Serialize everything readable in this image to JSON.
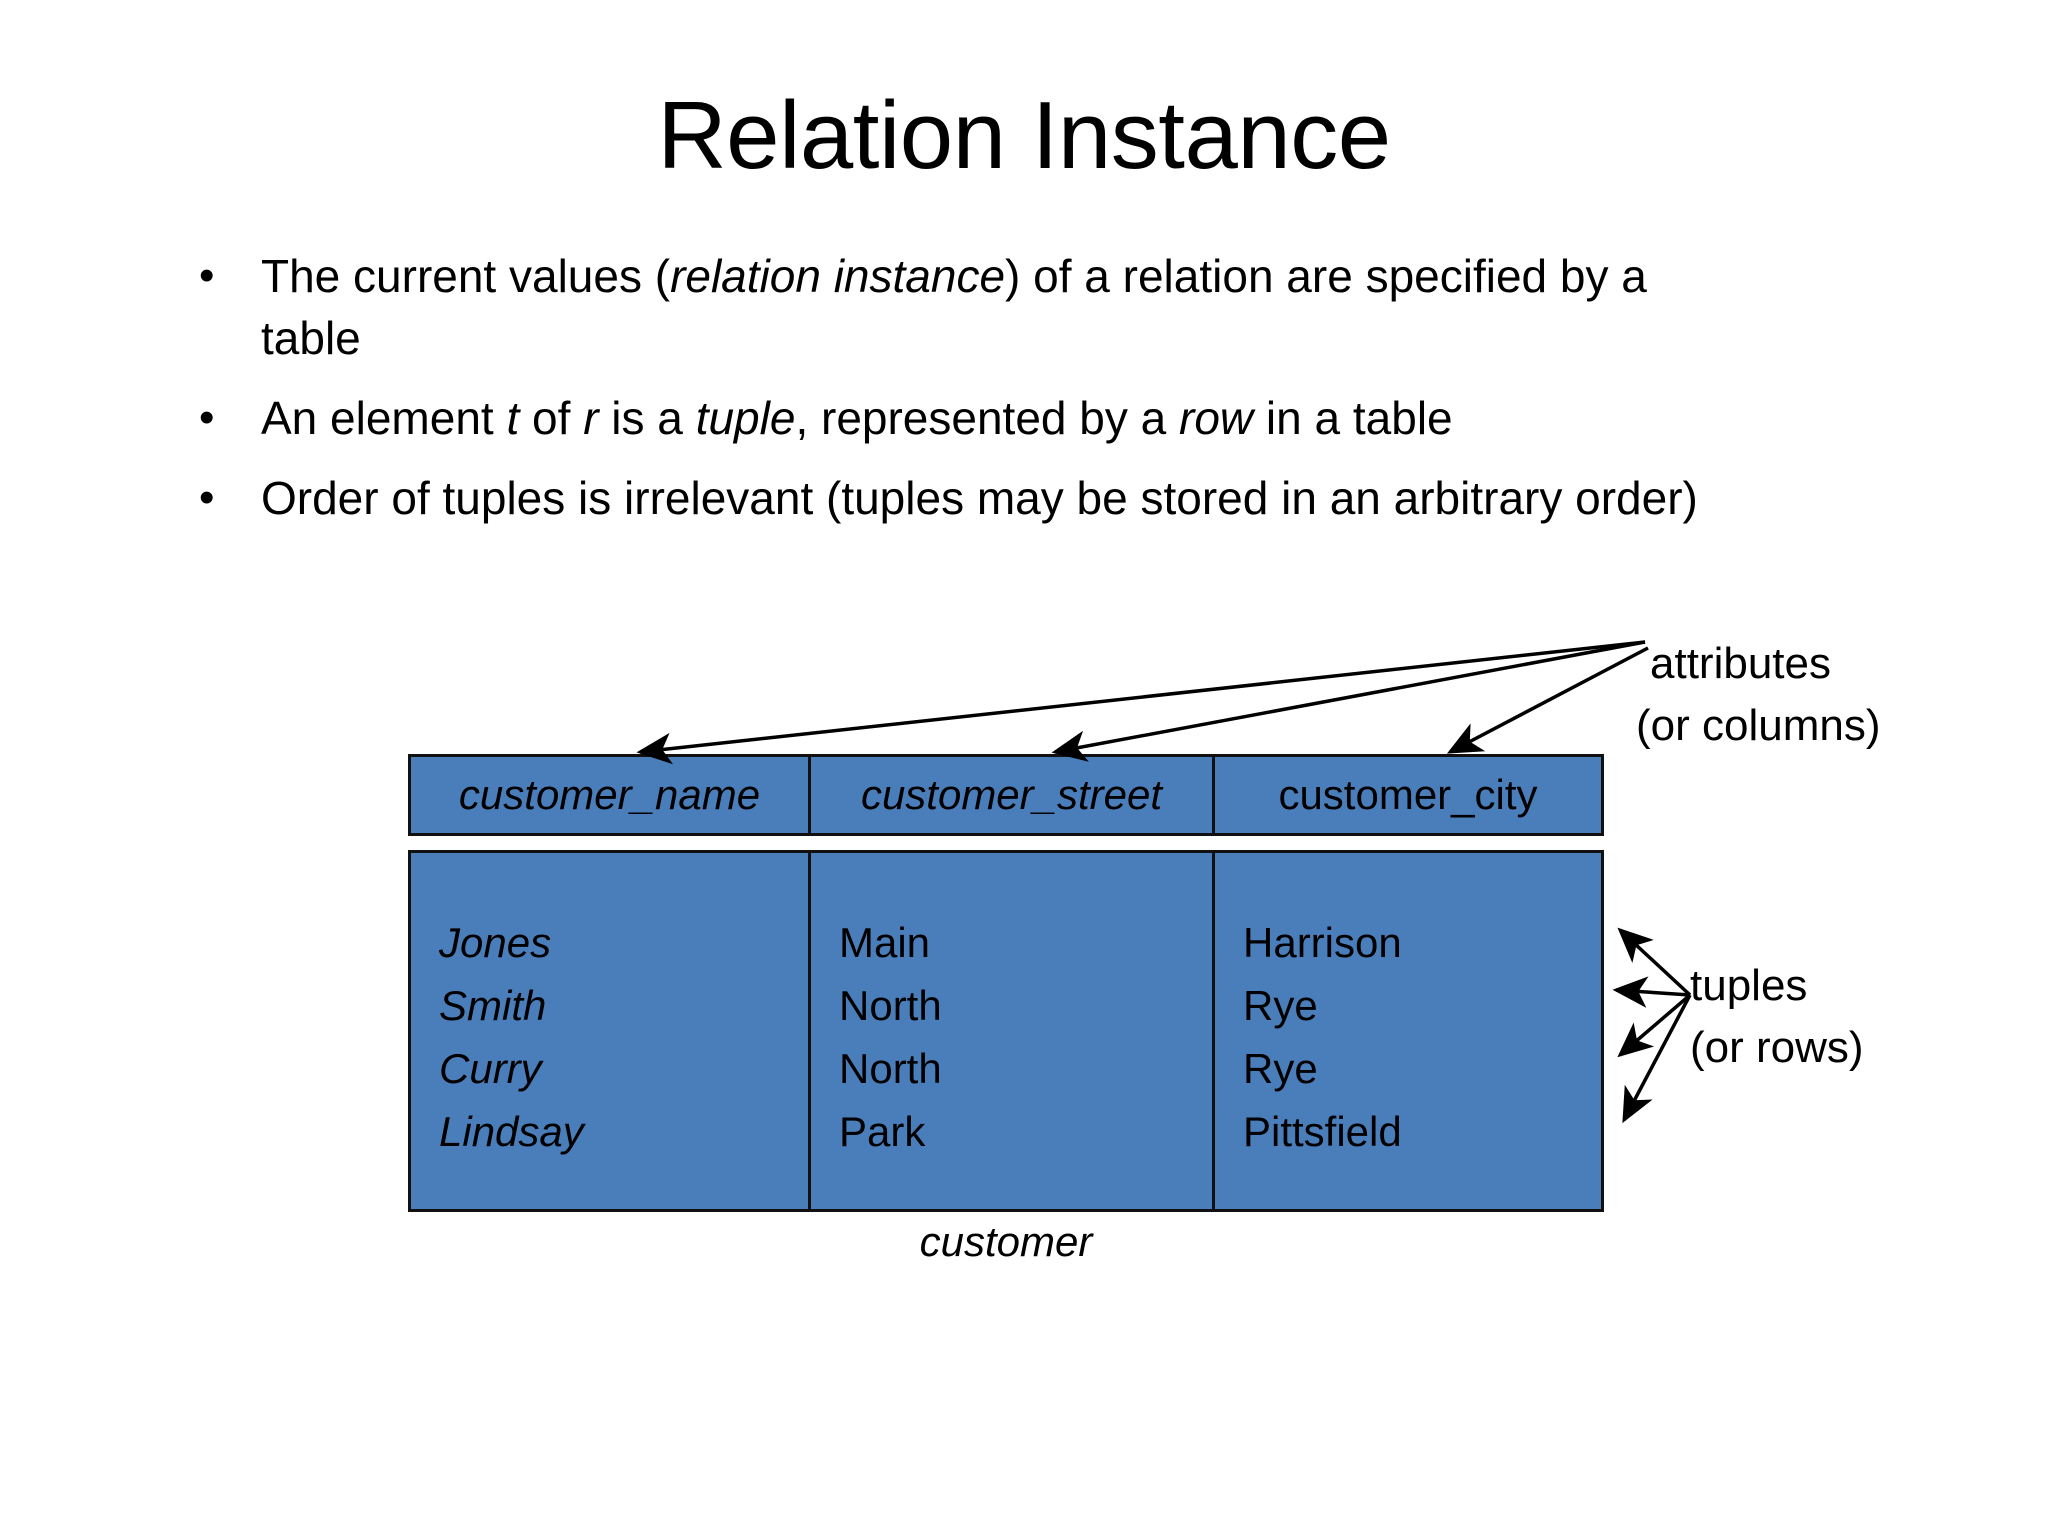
{
  "slide": {
    "title": "Relation Instance",
    "background_color": "#FFFFFF",
    "text_color": "#000000"
  },
  "bullets": [
    {
      "marker": "•",
      "parts": [
        {
          "text": "The current values (",
          "italic": false
        },
        {
          "text": "relation instance",
          "italic": true
        },
        {
          "text": ") of a relation are specified by a table",
          "italic": false
        }
      ]
    },
    {
      "marker": "•",
      "parts": [
        {
          "text": "An element ",
          "italic": false
        },
        {
          "text": "t",
          "italic": true
        },
        {
          "text": " of ",
          "italic": false
        },
        {
          "text": "r",
          "italic": true
        },
        {
          "text": " is a ",
          "italic": false
        },
        {
          "text": "tuple",
          "italic": true
        },
        {
          "text": ", represented by a ",
          "italic": false
        },
        {
          "text": "row",
          "italic": true
        },
        {
          "text": " in a table",
          "italic": false
        }
      ]
    },
    {
      "marker": "•",
      "parts": [
        {
          "text": "Order of tuples is irrelevant (tuples may be stored in an arbitrary order)",
          "italic": false
        }
      ]
    }
  ],
  "table": {
    "accent_color": "#4A7EBB",
    "border_color": "#111111",
    "caption": "customer",
    "columns": [
      {
        "header": "customer_name",
        "italic_header": true,
        "italic_values": true
      },
      {
        "header": "customer_street",
        "italic_header": true,
        "italic_values": false
      },
      {
        "header": "customer_city",
        "italic_header": false,
        "italic_values": false
      }
    ],
    "rows": [
      {
        "customer_name": "Jones",
        "customer_street": "Main",
        "customer_city": "Harrison"
      },
      {
        "customer_name": "Smith",
        "customer_street": "North",
        "customer_city": "Rye"
      },
      {
        "customer_name": "Curry",
        "customer_street": "North",
        "customer_city": "Rye"
      },
      {
        "customer_name": "Lindsay",
        "customer_street": "Park",
        "customer_city": "Pittsfield"
      }
    ]
  },
  "annotations": {
    "attributes": {
      "line1": "attributes",
      "line2": "(or columns)"
    },
    "tuples": {
      "line1": "tuples",
      "line2": "(or rows)"
    }
  }
}
